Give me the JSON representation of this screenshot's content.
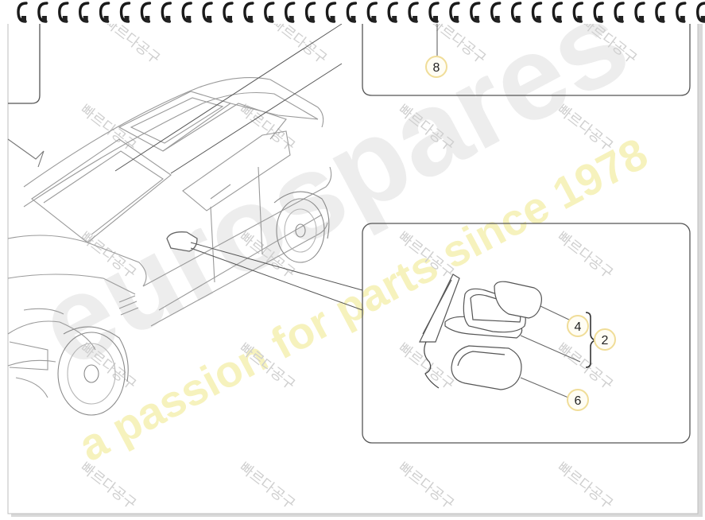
{
  "callouts": [
    {
      "id": "8",
      "label": "8"
    },
    {
      "id": "4",
      "label": "4"
    },
    {
      "id": "2",
      "label": "2"
    },
    {
      "id": "6",
      "label": "6"
    }
  ],
  "watermark": {
    "brand_text": "eurospares",
    "tagline": "a passion for parts since 1978",
    "stamp_text": "빠르다공구"
  },
  "colors": {
    "line": "#555555",
    "light_line": "#b0b0b0",
    "callout_stroke": "#f3e2a0",
    "callout_fill": "#fffdf4",
    "watermark_yellow": "#f5f0b0",
    "watermark_grey": "#dddddd"
  }
}
